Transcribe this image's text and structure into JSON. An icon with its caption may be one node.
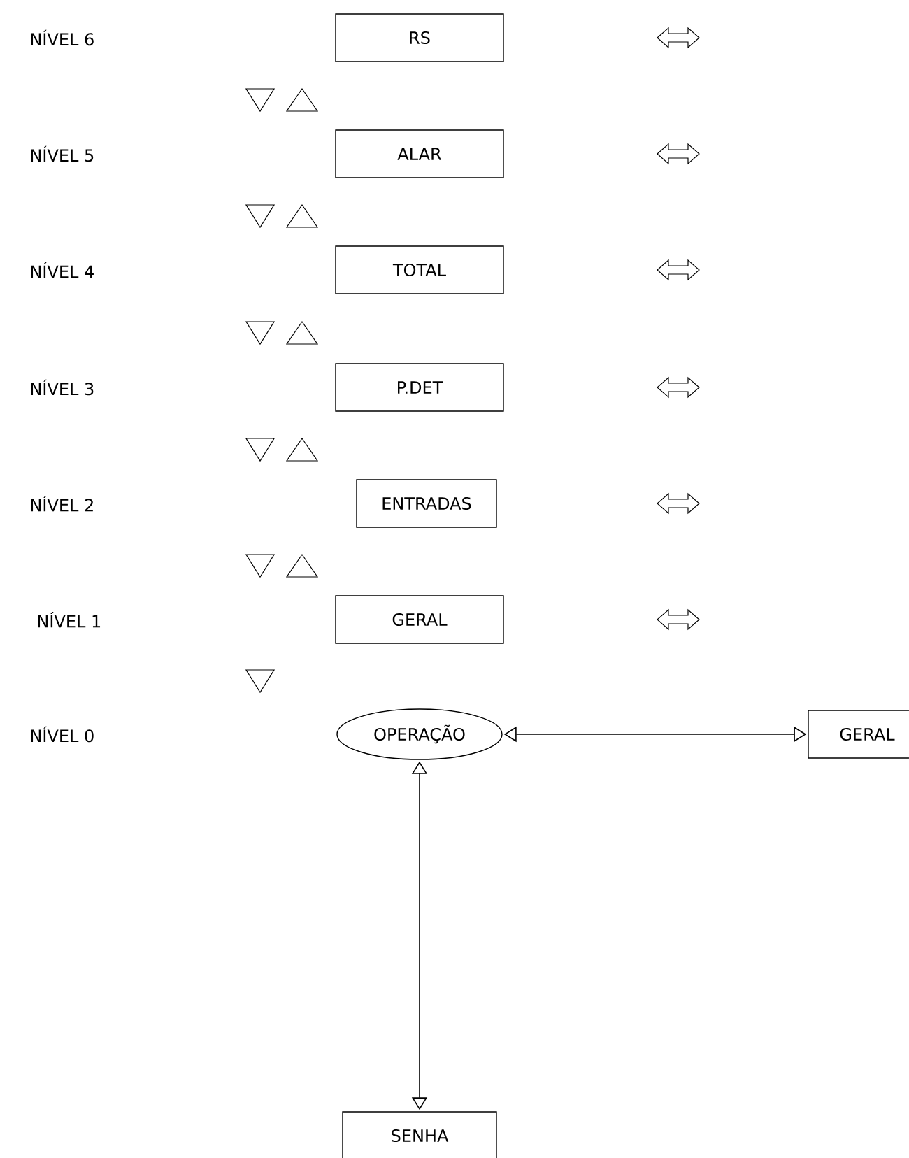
{
  "diagram": {
    "nodes": [
      {
        "text": [
          "RS"
        ]
      },
      {
        "text": [
          "ALAR"
        ]
      },
      {
        "text": [
          "TOTAL"
        ]
      },
      {
        "text": [
          "P.DET"
        ]
      },
      {
        "text": [
          "ENTRADAS"
        ]
      },
      {
        "text": [
          "GERAL"
        ]
      },
      {
        "text": [
          "OPERAÇÃO"
        ]
      },
      {
        "text": [
          "GERAL"
        ]
      },
      {
        "text": [
          "SENHA"
        ]
      }
    ],
    "edges": [
      {
        "from": 6,
        "to": 7,
        "arrow": "both"
      },
      {
        "from": 6,
        "to": 8,
        "arrow": "both"
      }
    ],
    "labels": [
      "NÍVEL 6",
      "NÍVEL 5",
      "NÍVEL 4",
      "NÍVEL 3",
      "NÍVEL 2",
      "NÍVEL 1",
      "NÍVEL 0"
    ]
  }
}
